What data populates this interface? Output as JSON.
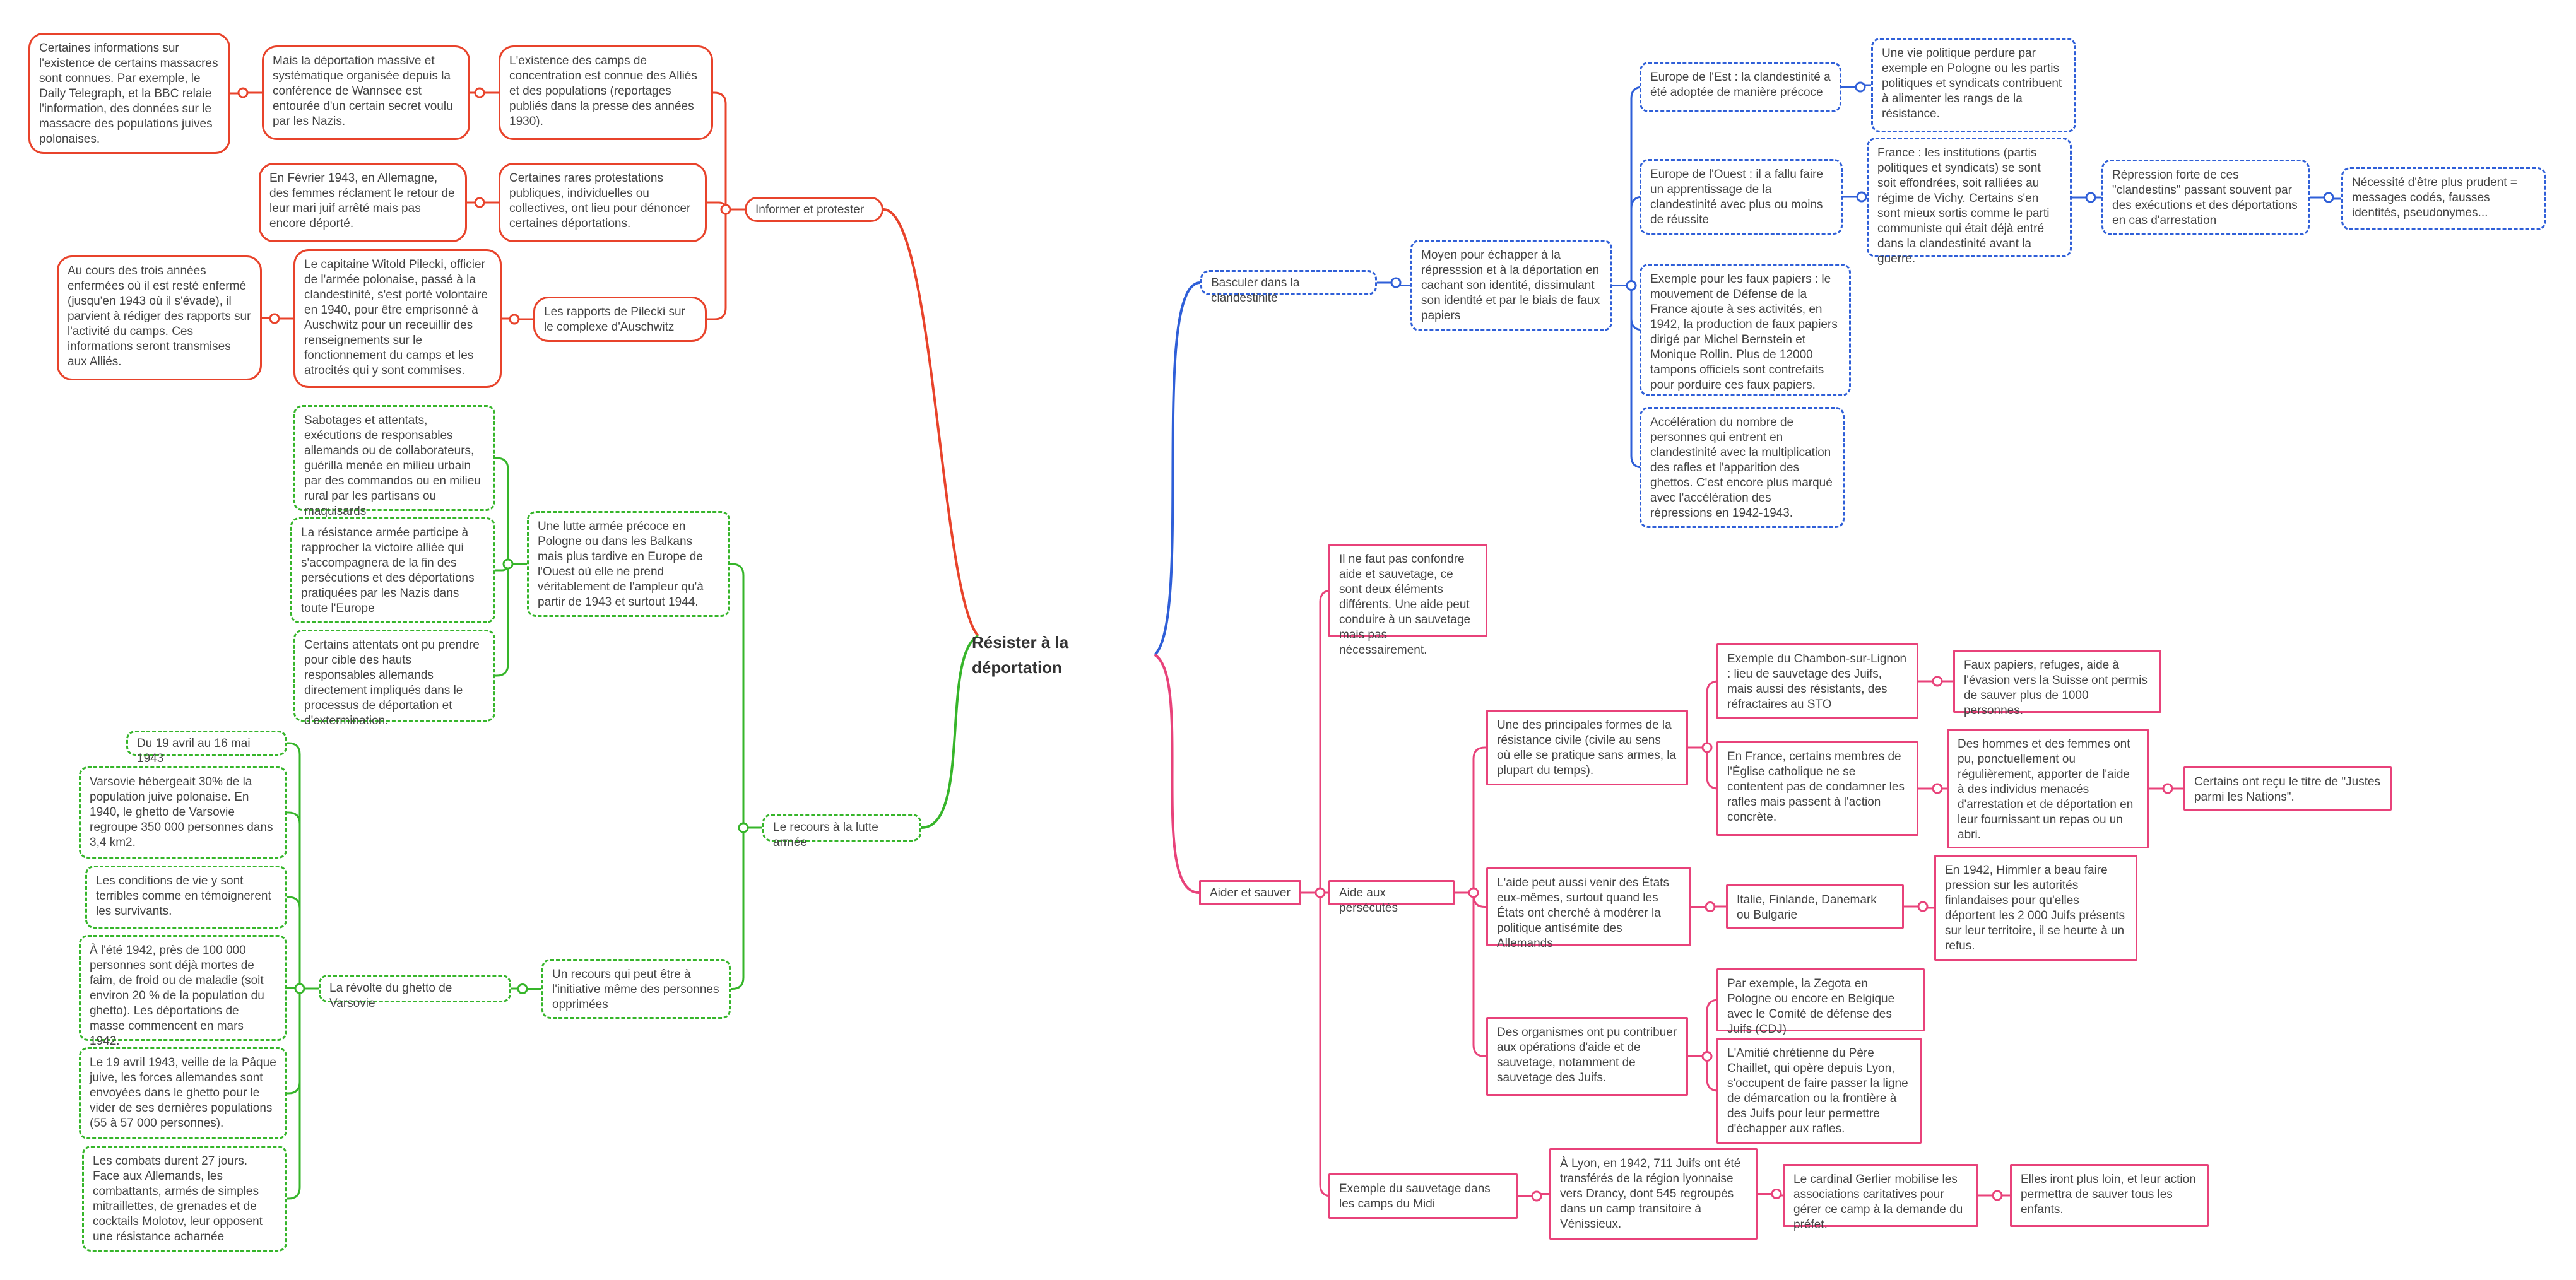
{
  "title": "Résister à la déportation",
  "colors": {
    "red": "#e8432b",
    "blue": "#2f5fd8",
    "pink": "#e8427a",
    "green": "#36b52a"
  },
  "nodes": {
    "red_branch": "Informer et protester",
    "red_wannsee": "L'existence des camps de concentration est connue des Alliés et des populations (reportages publiés dans la presse des années 1930).",
    "red_wannsee_child": "Mais la déportation massive et systématique organisée depuis la conférence de Wannsee est entourée d'un certain secret voulu par les Nazis.",
    "red_massacres": "Certaines informations sur l'existence de certains massacres sont connues. Par exemple, le Daily Telegraph, et la BBC relaie l'information, des données sur le massacre des populations juives polonaises.",
    "red_protest": "Certaines rares protestations publiques, individuelles ou collectives, ont lieu pour dénoncer certaines déportations.",
    "red_protest_child": "En Février 1943, en Allemagne, des femmes réclament le retour de leur mari juif arrêté mais pas encore déporté.",
    "red_pilecki": "Les rapports de Pilecki sur le complexe d'Auschwitz",
    "red_pilecki_child": "Le capitaine Witold Pilecki, officier de l'armée polonaise, passé à la clandestinité, s'est porté volontaire en 1940, pour être emprisonné à Auschwitz pour un receuillir des renseignements sur le fonctionnement du camps et les atrocités qui y sont commises.",
    "red_pilecki_grand": "Au cours des trois années enfermées où il est resté enfermé (jusqu'en 1943 où il s'évade), il parvient à rédiger des rapports sur l'activité du camps. Ces informations seront transmises aux Alliés.",
    "blue_branch": "Basculer dans la clandestinité",
    "blue_means": "Moyen pour échapper à la répresssion et à la déportation en cachant son identité, dissimulant son identité et par le biais de faux papiers",
    "blue_east": "Europe de l'Est : la clandestinité a été adoptée de manière précoce",
    "blue_east_child": "Une vie politique perdure par exemple en Pologne ou les partis politiques et syndicats contribuent à alimenter les rangs de la résistance.",
    "blue_west": "Europe de l'Ouest : il a fallu faire un apprentissage de la clandestinité avec plus ou moins de réussite",
    "blue_france": "France : les institutions (partis politiques et syndicats) se sont soit effondrées, soit ralliées au régime de Vichy. Certains s'en sont mieux sortis comme le parti communiste qui était déjà entré dans la clandestinité avant la guerre.",
    "blue_repression": "Répression forte de ces \"clandestins\" passant souvent par des exécutions et des déportations en cas d'arrestation",
    "blue_necessite": "Nécessité d'être plus prudent = messages codés, fausses identités, pseudonymes...",
    "blue_papers": "Exemple pour les faux papiers : le mouvement de Défense de la France ajoute à ses activités, en 1942, la production de faux papiers dirigé par Michel Bernstein et Monique Rollin. Plus de 12000 tampons officiels sont contrefaits pour porduire ces faux papiers.",
    "blue_accel": "Accélération du nombre de personnes qui entrent en clandestinité avec la multiplication des rafles et l'apparition des ghettos. C'est encore plus marqué avec l'accélération des répressions en 1942-1943.",
    "pink_branch": "Aider et sauver",
    "pink_note": "Il ne faut pas confondre aide et sauvetage, ce sont deux éléments différents. Une aide peut conduire à un sauvetage mais pas nécessairement.",
    "pink_aide": "Aide aux persécutés",
    "pink_civile": "Une des principales formes de la résistance civile (civile au sens où elle se pratique sans armes, la plupart du temps).",
    "pink_chambon": "Exemple du Chambon-sur-Lignon : lieu de sauvetage des Juifs, mais aussi des résistants, des réfractaires au STO",
    "pink_chambon_child": "Faux papiers, refuges, aide à l'évasion vers la Suisse ont permis de sauver plus de 1000 personnes.",
    "pink_eglise": "En France, certains membres de l'Église catholique ne se contentent pas de condamner les rafles mais passent à l'action concrète.",
    "pink_eglise_child": "Des hommes et des femmes ont pu, ponctuellement ou régulièrement, apporter de l'aide à des individus menacés d'arrestation et de déportation en leur fournissant un repas ou un abri.",
    "pink_justes": "Certains ont reçu le titre de \"Justes parmi les Nations\".",
    "pink_etats": "L'aide peut aussi venir des États eux-mêmes, surtout quand les États ont cherché à modérer la politique antisémite des Allemands",
    "pink_italie": "Italie, Finlande, Danemark ou Bulgarie",
    "pink_himmler": "En 1942, Himmler a beau faire pression sur les autorités finlandaises pour qu'elles déportent les 2 000 Juifs présents sur leur territoire, il se heurte à un refus.",
    "pink_organismes": "Des organismes ont pu contribuer aux opérations d'aide et de sauvetage, notamment de sauvetage des Juifs.",
    "pink_zegota": "Par exemple, la Zegota en Pologne ou encore en Belgique avec le Comité de défense des Juifs (CDJ)",
    "pink_amitie": "L'Amitié chrétienne du Père Chaillet, qui opère depuis Lyon, s'occupent de faire passer la ligne de démarcation ou la frontière à des Juifs pour leur permettre d'échapper aux rafles.",
    "pink_midi": "Exemple du sauvetage dans les camps du Midi",
    "pink_lyon": "À Lyon, en 1942, 711 Juifs ont été transférés de la région lyonnaise vers Drancy, dont 545 regroupés dans un camp transitoire à Vénissieux.",
    "pink_gerlier": "Le cardinal Gerlier mobilise les associations caritatives pour gérer ce camp à la demande du préfet.",
    "pink_enfants": "Elles iront plus loin, et leur action permettra de sauver tous les enfants.",
    "green_branch": "Le recours à la lutte armée",
    "green_lutte": "Une lutte armée précoce en Pologne ou dans les Balkans mais plus tardive en Europe de l'Ouest où elle ne prend véritablement de l'ampleur qu'à partir de 1943 et surtout 1944.",
    "green_sabotage": "Sabotages et attentats, exécutions de responsables allemands ou de collaborateurs, guérilla menée en milieu urbain par des commandos ou en milieu rural par les partisans ou maquisards",
    "green_victoire": "La résistance armée participe à rapprocher la victoire alliée qui s'accompagnera de la fin des persécutions et des déportations pratiquées par les Nazis dans toute l'Europe",
    "green_attentats": "Certains attentats ont pu prendre pour cible des hauts responsables allemands directement impliqués dans le processus de déportation et d'extermination.",
    "green_recours": "Un recours qui peut être à l'initiative même des personnes opprimées",
    "green_revolte": "La révolte du ghetto de Varsovie",
    "green_dates": "Du 19 avril au 16 mai 1943",
    "green_varsovie": "Varsovie hébergeait 30% de la population juive polonaise. En 1940, le ghetto de Varsovie regroupe 350 000 personnes dans 3,4 km2.",
    "green_conditions": "Les conditions de vie y sont terribles comme en témoignerent les survivants.",
    "green_ete": "À l'été 1942, près de 100 000 personnes sont déjà mortes de faim, de froid ou de maladie (soit environ 20 % de la population du ghetto). Les déportations de masse commencent en mars 1942.",
    "green_paque": "Le 19 avril 1943, veille de la Pâque juive, les forces allemandes sont envoyées dans le ghetto pour le vider de ses dernières populations (55 à 57 000 personnes).",
    "green_combats": "Les combats durent 27 jours. Face aux Allemands, les combattants, armés de simples mitraillettes, de grenades et de cocktails Molotov, leur opposent une résistance acharnée"
  }
}
